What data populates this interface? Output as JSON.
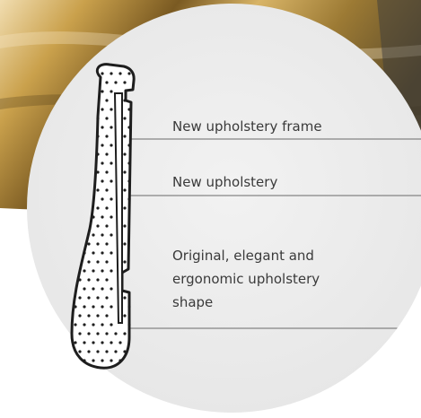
{
  "labels": {
    "frame": "New upholstery frame",
    "upholstery": "New upholstery",
    "shape_line1": "Original, elegant and",
    "shape_line2": "ergonomic upholstery",
    "shape_line3": "shape"
  },
  "colors": {
    "background_gold": "#c9a24a",
    "circle_fill": "#eeeeee",
    "circle_stroke": "#555555",
    "outline": "#1e1e1e",
    "dots": "#1e1e1e",
    "text": "#3a3a3a"
  }
}
